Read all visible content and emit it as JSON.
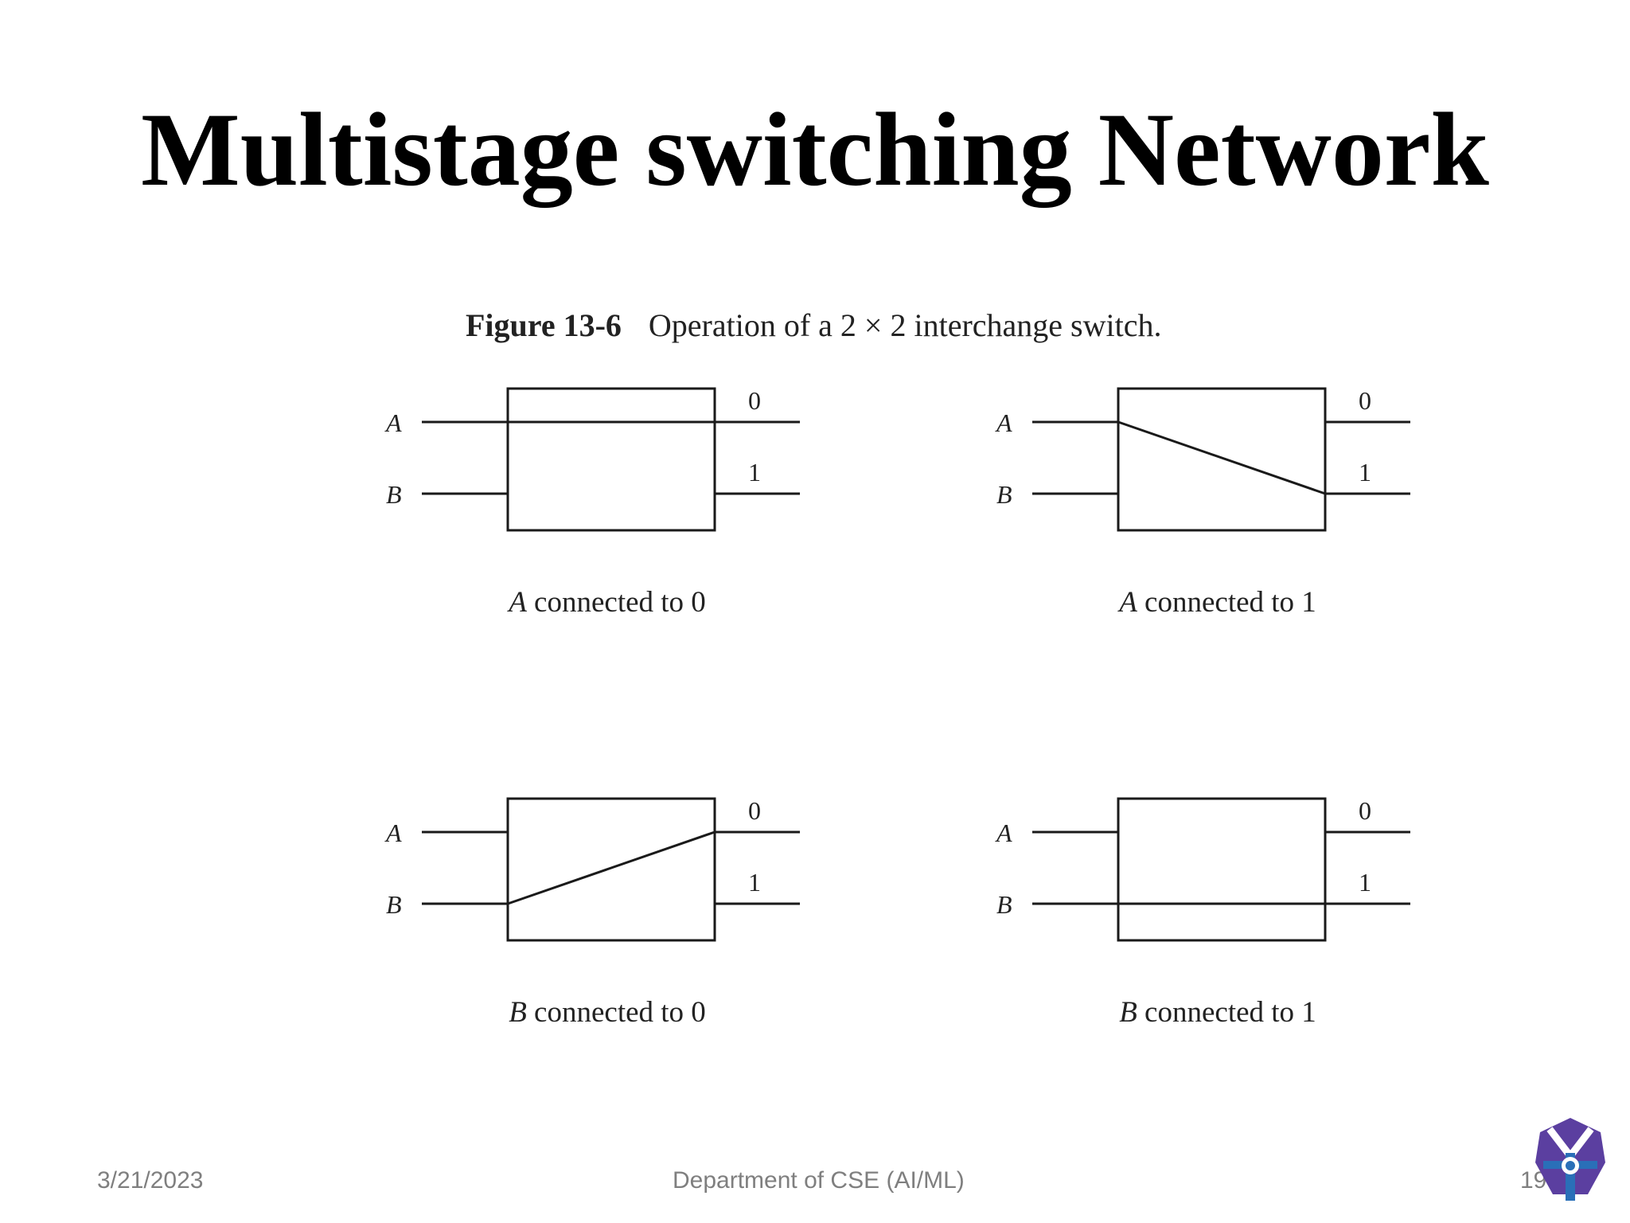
{
  "slide": {
    "title": "Multistage switching Network"
  },
  "figure": {
    "label": "Figure 13-6",
    "caption": "Operation of a 2 × 2 interchange switch.",
    "input_labels": [
      "A",
      "B"
    ],
    "output_labels": [
      "0",
      "1"
    ],
    "panels": [
      {
        "connection": "A-0",
        "caption_var": "A",
        "caption_rest": " connected to 0"
      },
      {
        "connection": "A-1",
        "caption_var": "A",
        "caption_rest": " connected to 1"
      },
      {
        "connection": "B-0",
        "caption_var": "B",
        "caption_rest": " connected to 0"
      },
      {
        "connection": "B-1",
        "caption_var": "B",
        "caption_rest": " connected to 1"
      }
    ]
  },
  "footer": {
    "date": "3/21/2023",
    "department": "Department of CSE (AI/ML)",
    "page_number": "19"
  },
  "colors": {
    "line": "#1a1a1a",
    "footer_text": "#7f7f7f",
    "logo_purple": "#5b3fa0",
    "logo_blue": "#2a6fb8"
  }
}
